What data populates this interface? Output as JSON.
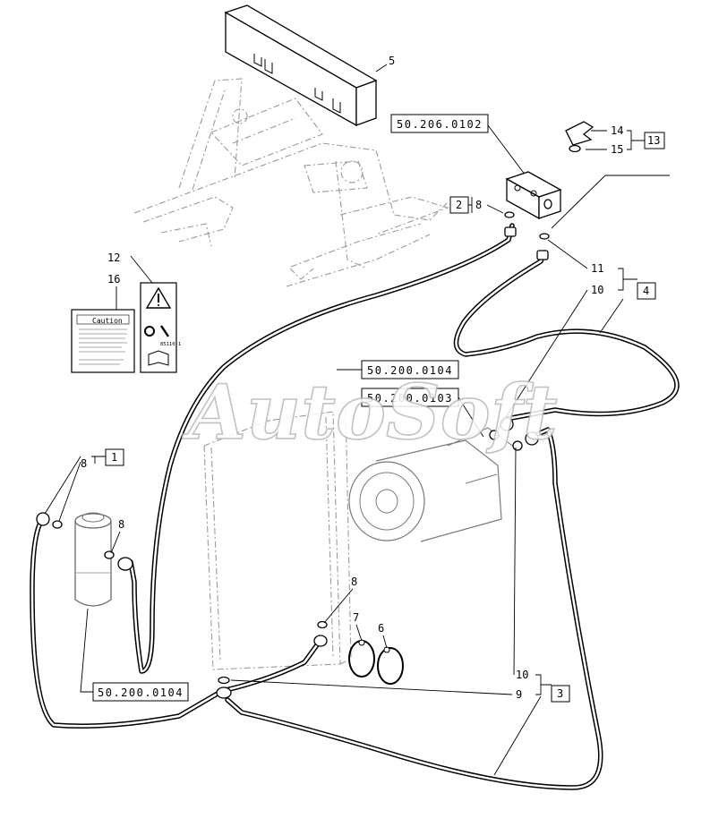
{
  "references": {
    "ref_top": "50.206.0102",
    "ref_condenser_a": "50.200.0104",
    "ref_condenser_b": "50.200.0103",
    "ref_receiver": "50.200.0104"
  },
  "group_boxes": {
    "g2": "2",
    "g13": "13",
    "g4": "4",
    "g1": "1",
    "g3": "3"
  },
  "callouts": {
    "c5": "5",
    "c14": "14",
    "c15": "15",
    "c8_top": "8",
    "c12": "12",
    "c16": "16",
    "c11": "11",
    "c10_top": "10",
    "c8_left": "8",
    "c8_mid": "8",
    "c8_low": "8",
    "c7": "7",
    "c6": "6",
    "c10_bottom": "10",
    "c9": "9"
  },
  "decals": {
    "caution_title": "Caution",
    "part_number": "85110-1"
  },
  "watermark": "AutoSoft"
}
